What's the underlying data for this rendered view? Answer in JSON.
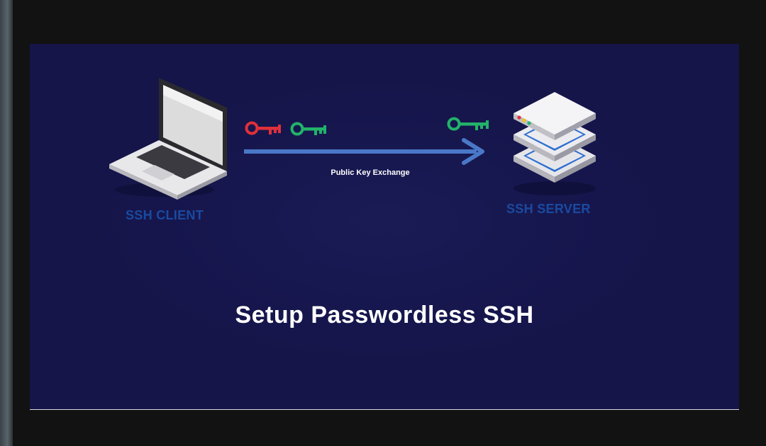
{
  "diagram": {
    "client_label": "SSH CLIENT",
    "server_label": "SSH SERVER",
    "arrow_label": "Public Key Exchange",
    "title": "Setup Passwordless SSH"
  },
  "colors": {
    "background": "#15154a",
    "key_private": "#e0303a",
    "key_public": "#22b36a",
    "arrow": "#4a78c8",
    "label_blue": "#1a4aa0"
  },
  "icons": [
    "laptop-icon",
    "key-icon",
    "arrow-right-icon",
    "server-icon"
  ]
}
